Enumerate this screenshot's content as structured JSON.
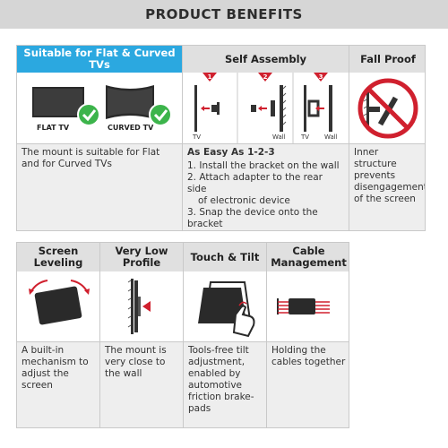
{
  "header": {
    "title": "PRODUCT BENEFITS"
  },
  "top": {
    "flat_curved": {
      "title": "Suitable for Flat & Curved TVs",
      "flat_label": "FLAT TV",
      "curved_label": "CURVED TV",
      "text": "The mount is suitable for Flat and for Curved TVs",
      "accent": "#2ba8e0",
      "check_color": "#3cb44b"
    },
    "assembly": {
      "title": "Self Assembly",
      "step_badges": [
        "1",
        "2",
        "3"
      ],
      "tv_label": "TV",
      "wall_label": "Wall",
      "headline": "As Easy As 1-2-3",
      "steps": [
        "1. Install the bracket on the wall",
        "2. Attach adapter to the rear side",
        "of electronic device",
        "3. Snap the device onto the bracket"
      ],
      "badge_color": "#d0202e"
    },
    "fall_proof": {
      "title": "Fall Proof",
      "text": "Inner structure prevents disengagement of the screen",
      "prohibit_color": "#d0202e"
    }
  },
  "bottom": {
    "leveling": {
      "title": "Screen Leveling",
      "text": "A built-in mechanism to adjust the screen"
    },
    "low_profile": {
      "title": "Very Low Profile",
      "text": "The mount is very close to the wall"
    },
    "touch_tilt": {
      "title": "Touch & Tilt",
      "text": "Tools-free tilt adjustment, enabled by automotive friction brake-pads"
    },
    "cable": {
      "title": "Cable Management",
      "text": "Holding the cables together"
    }
  },
  "icons": [
    "check-icon",
    "tv-icon",
    "curved-tv-icon",
    "wall-bracket-icon",
    "prohibition-icon",
    "rotate-arrow-icon",
    "arrow-left-icon",
    "hand-pointer-icon",
    "cable-clip-icon"
  ]
}
